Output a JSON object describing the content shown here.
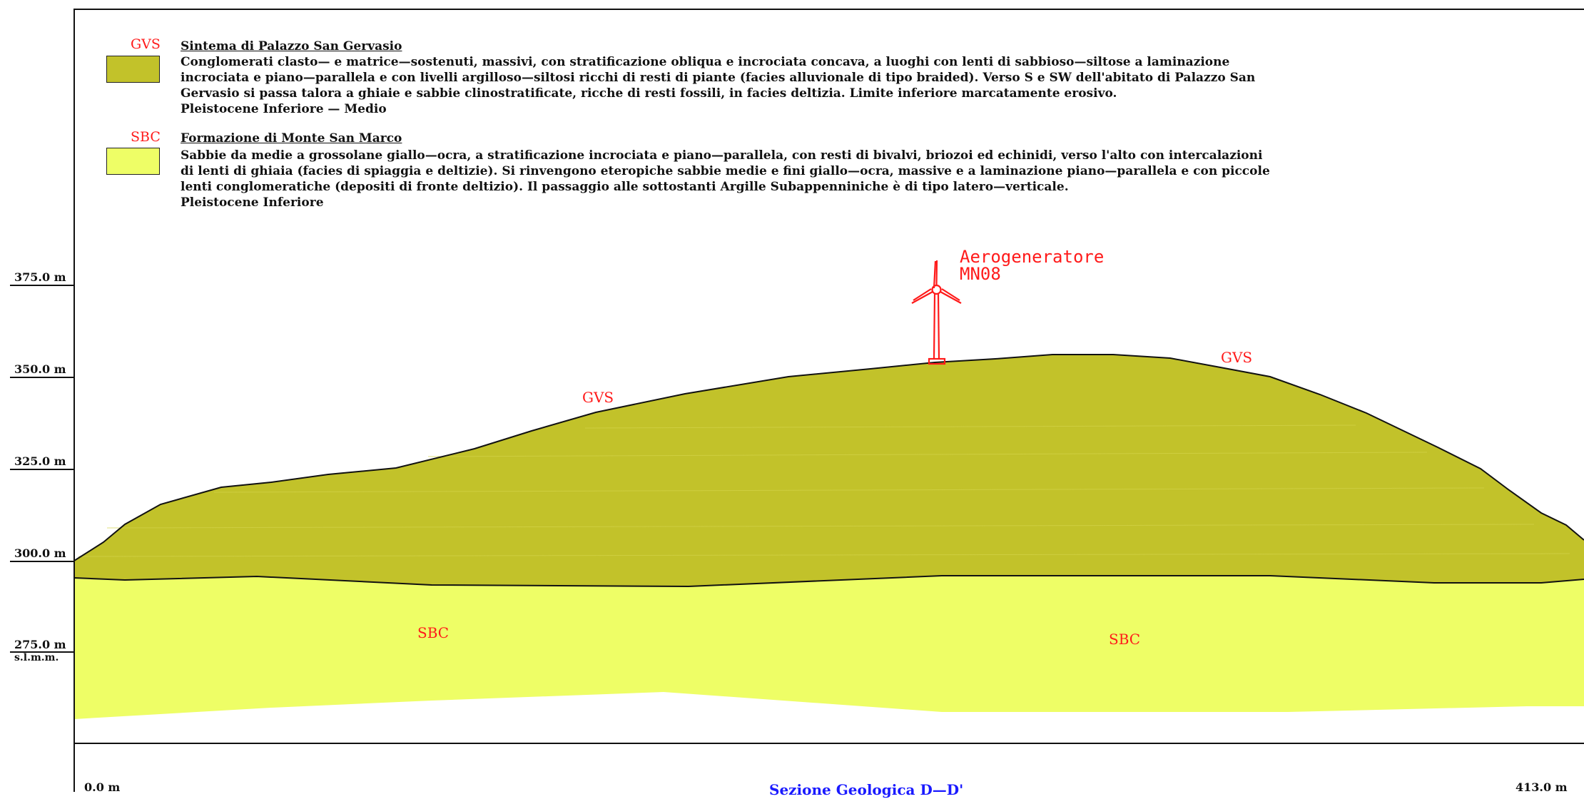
{
  "legend": [
    {
      "code": "GVS",
      "color": "#c2c22a",
      "title": "Sintema di Palazzo San Gervasio",
      "lines": [
        "Conglomerati clasto— e matrice—sostenuti, massivi, con stratificazione obliqua e incrociata concava, a luoghi con lenti di sabbioso—siltose a laminazione",
        "incrociata e piano—parallela e con livelli argilloso—siltosi ricchi di resti di piante (facies alluvionale di tipo braided). Verso S e SW dell'abitato di Palazzo San",
        "Gervasio si passa talora a ghiaie e sabbie clinostratificate, ricche di resti fossili, in facies deltizia. Limite inferiore marcatamente erosivo.",
        "Pleistocene Inferiore — Medio"
      ]
    },
    {
      "code": "SBC",
      "color": "#eefe66",
      "title": "Formazione di Monte San Marco",
      "lines": [
        "Sabbie da medie a grossolane giallo—ocra, a stratificazione incrociata e piano—parallela, con resti di bivalvi, briozoi ed echinidi, verso l'alto con intercalazioni",
        "di lenti di ghiaia (facies di spiaggia e deltizie). Si rinvengono eteropiche sabbie medie e fini giallo—ocra, massive e a laminazione piano—parallela e con piccole",
        "lenti conglomeratiche (depositi di fronte deltizio). Il passaggio alle sottostanti Argille Subappenniniche è di tipo latero—verticale.",
        "Pleistocene Inferiore"
      ]
    }
  ],
  "elevations": [
    {
      "label": "375.0  m"
    },
    {
      "label": "350.0  m"
    },
    {
      "label": "325.0  m"
    },
    {
      "label": "300.0  m"
    },
    {
      "label": "275.0  m",
      "sub": "s.l.m.m."
    }
  ],
  "distance": {
    "start": "0.0  m",
    "end": "413.0  m"
  },
  "section_title": "Sezione Geologica D—D'",
  "turbine": {
    "line1": "Aerogeneratore",
    "line2": "MN08",
    "icon": "wind-turbine-icon",
    "color": "#ff1a1a"
  },
  "unit_labels": [
    "GVS",
    "GVS",
    "SBC",
    "SBC"
  ],
  "colors": {
    "label_red": "#ff1a1a",
    "title_blue": "#1a1aff",
    "gvs": "#c2c22a",
    "sbc": "#eefe66"
  }
}
